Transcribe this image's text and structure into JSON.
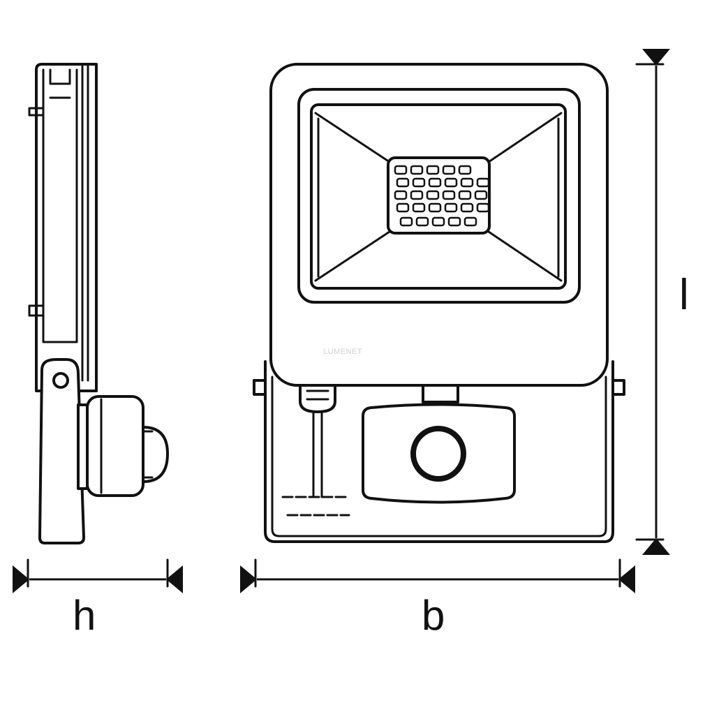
{
  "diagram": {
    "dimension_labels": {
      "depth": "h",
      "width": "b",
      "height": "l"
    },
    "watermark": "LUMENET",
    "icons": [
      "led-chip-array-icon",
      "pir-motion-sensor-icon",
      "cable-gland-icon",
      "mounting-bracket-icon"
    ]
  }
}
